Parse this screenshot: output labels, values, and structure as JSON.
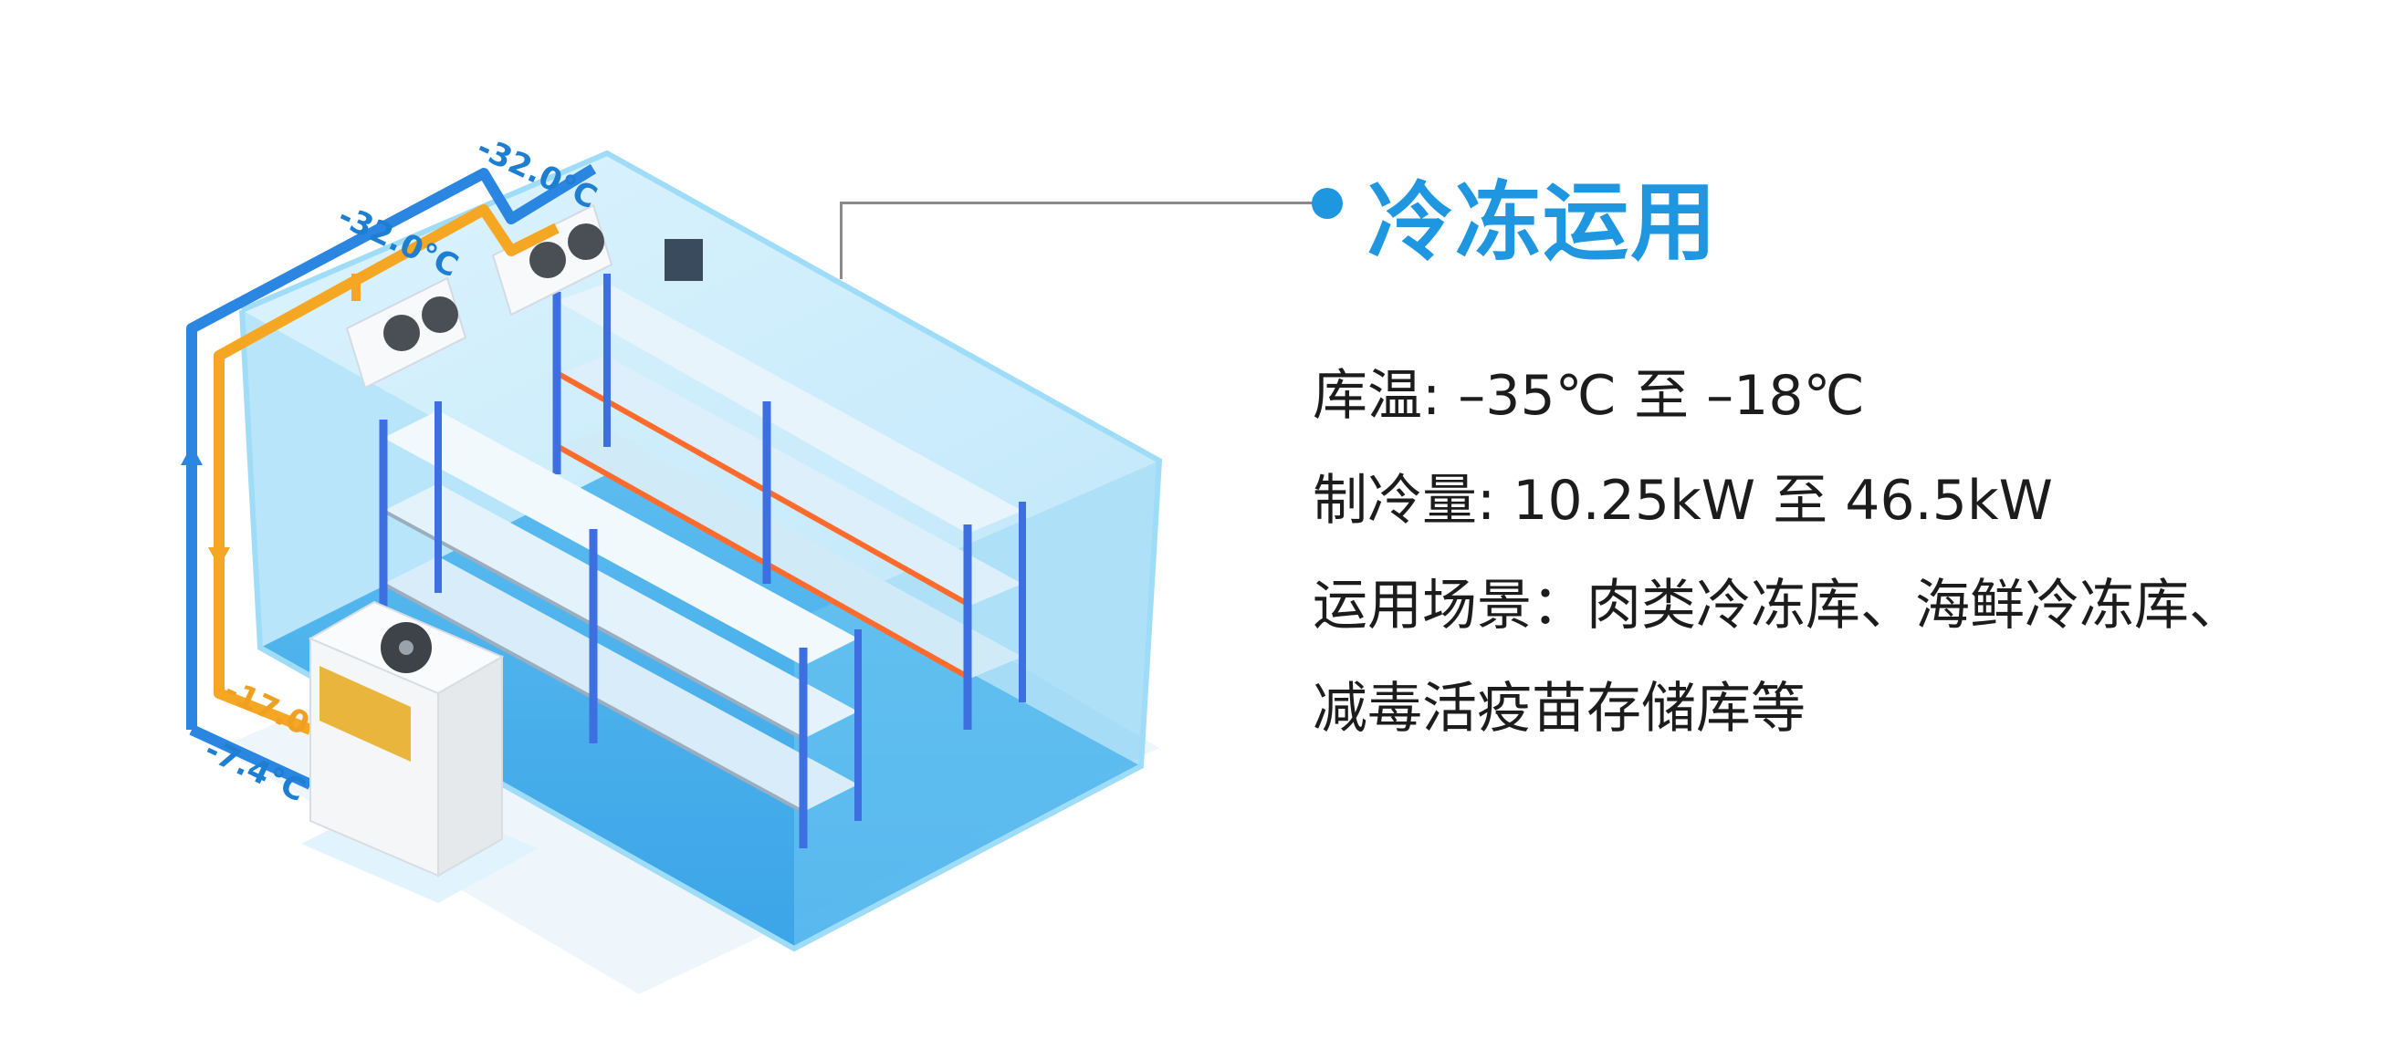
{
  "title": "冷冻运用",
  "specs": {
    "temperature": "库温: –35℃ 至 –18℃",
    "cooling_capacity": "制冷量: 10.25kW 至 46.5kW",
    "applications_line1": "运用场景：肉类冷冻库、海鲜冷冻库、",
    "applications_line2": "减毒活疫苗存储库等"
  },
  "diagram_labels": {
    "pipe_top_1": "-32.0°C",
    "pipe_top_2": "-32.0°C",
    "pipe_orange": "-17.0°C",
    "pipe_bottom": "-7.4°C"
  },
  "colors": {
    "accent": "#1e96e0",
    "pipe_blue": "#2a86e0",
    "pipe_orange": "#f5a623",
    "rack": "#3d6fe0",
    "beam": "#ff6b2c",
    "room": "#8fd5f5"
  }
}
